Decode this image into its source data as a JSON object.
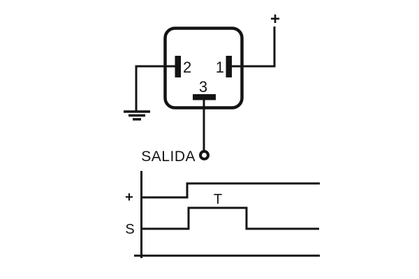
{
  "relay": {
    "terminal1_label": "1",
    "terminal2_label": "2",
    "terminal3_label": "3",
    "power_label": "+",
    "output_label": "SALIDA"
  },
  "timing": {
    "supply_label": "+",
    "signal_label": "S",
    "period_label": "T",
    "waveforms": {
      "supply": "low then steps high and stays high",
      "signal": "low, high pulse of duration T while supply is high, then low"
    }
  },
  "colors": {
    "line": "#141414",
    "background": "#ffffff"
  }
}
